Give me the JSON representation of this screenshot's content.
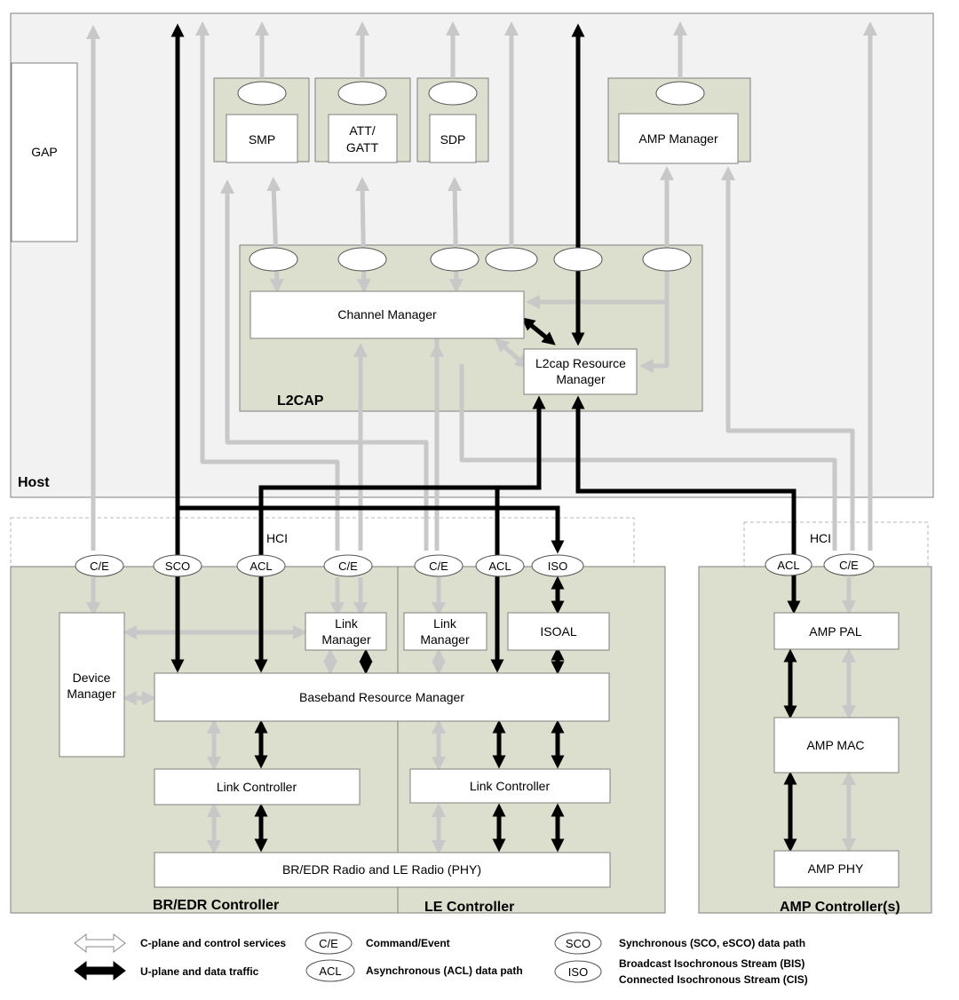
{
  "regions": {
    "host": "Host",
    "l2cap": "L2CAP",
    "bredr": "BR/EDR Controller",
    "le": "LE Controller",
    "amp": "AMP Controller(s)"
  },
  "boxes": {
    "gap": "GAP",
    "smp": "SMP",
    "att_gatt": [
      "ATT/",
      "GATT"
    ],
    "sdp": "SDP",
    "amp_manager": "AMP Manager",
    "channel_manager": "Channel Manager",
    "l2cap_resource_manager": [
      "L2cap Resource",
      "Manager"
    ],
    "device_manager": [
      "Device",
      "Manager"
    ],
    "link_manager_bredr": [
      "Link",
      "Manager"
    ],
    "link_manager_le": [
      "Link",
      "Manager"
    ],
    "isoal": "ISOAL",
    "baseband_resource_manager": "Baseband Resource Manager",
    "link_controller_bredr": "Link Controller",
    "link_controller_le": "Link Controller",
    "radio": "BR/EDR Radio and LE Radio (PHY)",
    "amp_pal": "AMP PAL",
    "amp_mac": "AMP MAC",
    "amp_phy": "AMP PHY"
  },
  "hci": {
    "left_label": "HCI",
    "right_label": "HCI",
    "ports_left": [
      "C/E",
      "SCO",
      "ACL",
      "C/E",
      "C/E",
      "ACL",
      "ISO"
    ],
    "ports_right": [
      "ACL",
      "C/E"
    ]
  },
  "legend": {
    "c_plane": "C-plane and control services",
    "u_plane": "U-plane and data traffic",
    "ce_symbol": "C/E",
    "ce_text": "Command/Event",
    "acl_symbol": "ACL",
    "acl_text": "Asynchronous (ACL) data path",
    "sco_symbol": "SCO",
    "sco_text": "Synchronous (SCO, eSCO) data path",
    "iso_symbol": "ISO",
    "iso_text_1": "Broadcast Isochronous Stream (BIS)",
    "iso_text_2": "Connected Isochronous Stream (CIS)"
  },
  "colors": {
    "host_fill": "#f2f2f2",
    "module_fill": "#dcdfcd",
    "box_fill": "#ffffff",
    "control_arrow": "#c8c8c8",
    "data_arrow": "#000000",
    "border": "#7f7f7f"
  }
}
